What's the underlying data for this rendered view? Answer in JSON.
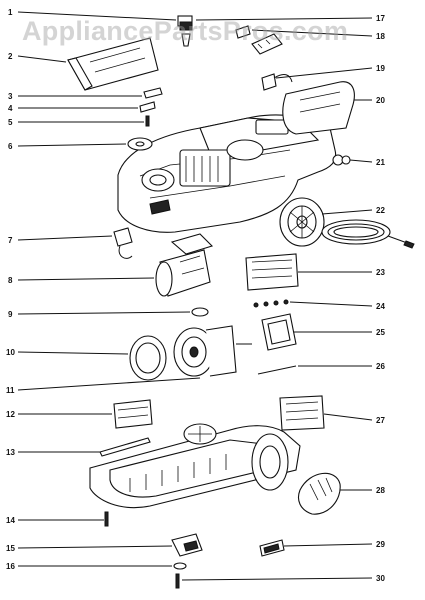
{
  "diagram": {
    "watermark": "AppliancePartsPros.com",
    "callouts": [
      {
        "id": "c1",
        "label": "1"
      },
      {
        "id": "c2",
        "label": "2"
      },
      {
        "id": "c3",
        "label": "3"
      },
      {
        "id": "c4",
        "label": "4"
      },
      {
        "id": "c5",
        "label": "5"
      },
      {
        "id": "c6",
        "label": "6"
      },
      {
        "id": "c7",
        "label": "7"
      },
      {
        "id": "c8",
        "label": "8"
      },
      {
        "id": "c9",
        "label": "9"
      },
      {
        "id": "c10",
        "label": "10"
      },
      {
        "id": "c11",
        "label": "11"
      },
      {
        "id": "c12",
        "label": "12"
      },
      {
        "id": "c13",
        "label": "13"
      },
      {
        "id": "c14",
        "label": "14"
      },
      {
        "id": "c15",
        "label": "15"
      },
      {
        "id": "c16",
        "label": "16"
      },
      {
        "id": "c17",
        "label": "17"
      },
      {
        "id": "c18",
        "label": "18"
      },
      {
        "id": "c19",
        "label": "19"
      },
      {
        "id": "c20",
        "label": "20"
      },
      {
        "id": "c21",
        "label": "21"
      },
      {
        "id": "c22",
        "label": "22"
      },
      {
        "id": "c23",
        "label": "23"
      },
      {
        "id": "c24",
        "label": "24"
      },
      {
        "id": "c25",
        "label": "25"
      },
      {
        "id": "c26",
        "label": "26"
      },
      {
        "id": "c27",
        "label": "27"
      },
      {
        "id": "c28",
        "label": "28"
      },
      {
        "id": "c29",
        "label": "29"
      },
      {
        "id": "c30",
        "label": "30"
      }
    ]
  }
}
